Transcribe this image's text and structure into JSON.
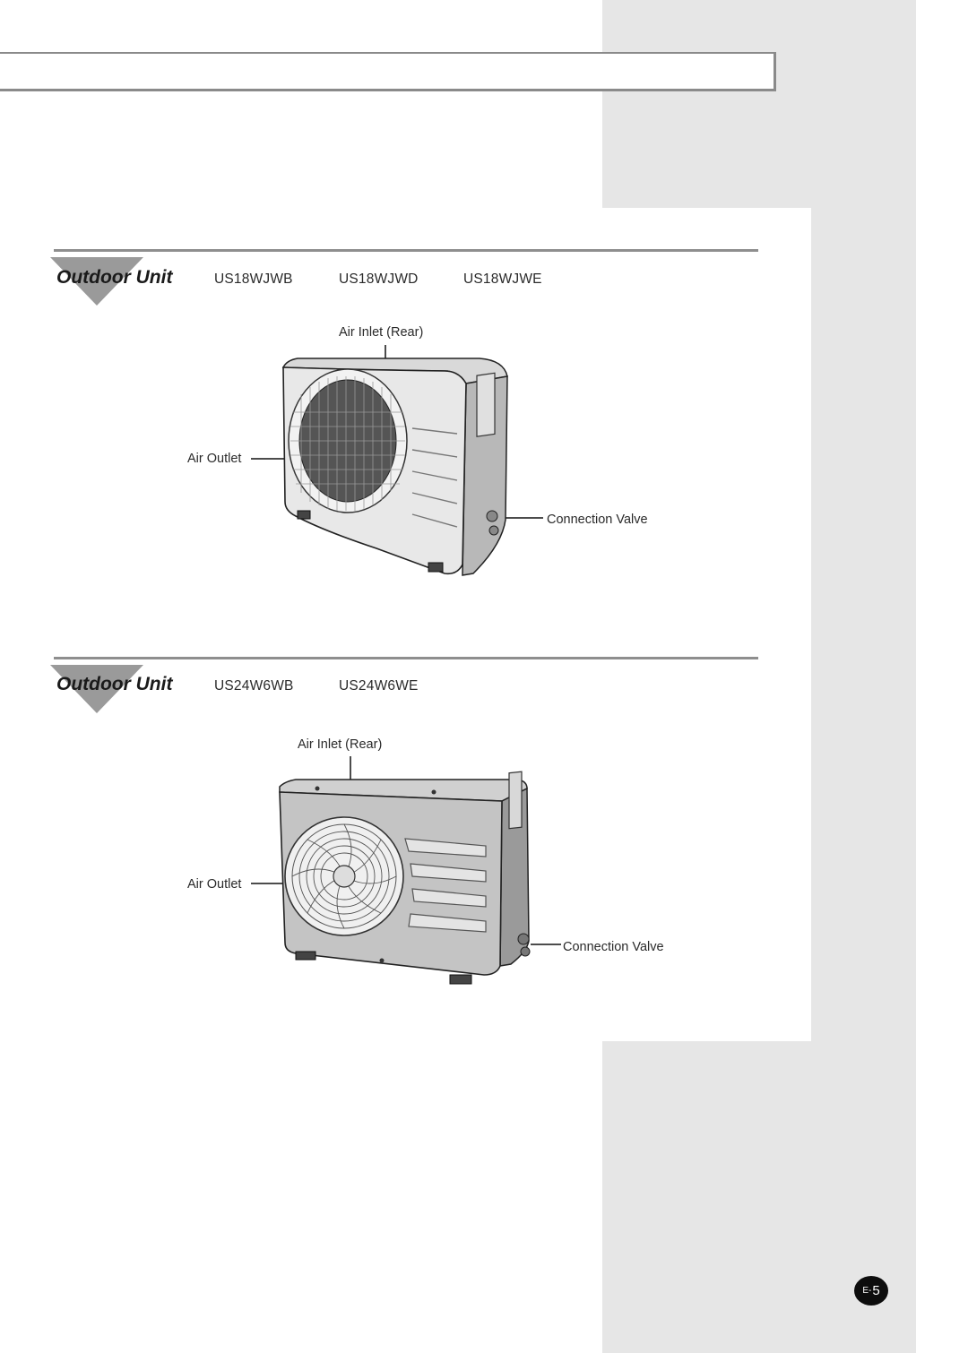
{
  "colors": {
    "band": "#e6e6e6",
    "rule": "#8e8e8e",
    "marker": "#9a9a9a",
    "page_badge": "#0d0d0d"
  },
  "sections": [
    {
      "title": "Outdoor Unit",
      "models": [
        "US18WJWB",
        "US18WJWD",
        "US18WJWE"
      ],
      "labels": {
        "air_inlet": "Air Inlet (Rear)",
        "air_outlet": "Air Outlet",
        "connection_valve": "Connection Valve"
      }
    },
    {
      "title": "Outdoor Unit",
      "models": [
        "US24W6WB",
        "US24W6WE"
      ],
      "labels": {
        "air_inlet": "Air Inlet (Rear)",
        "air_outlet": "Air Outlet",
        "connection_valve": "Connection Valve"
      }
    }
  ],
  "page": {
    "prefix": "E-",
    "number": "5"
  }
}
